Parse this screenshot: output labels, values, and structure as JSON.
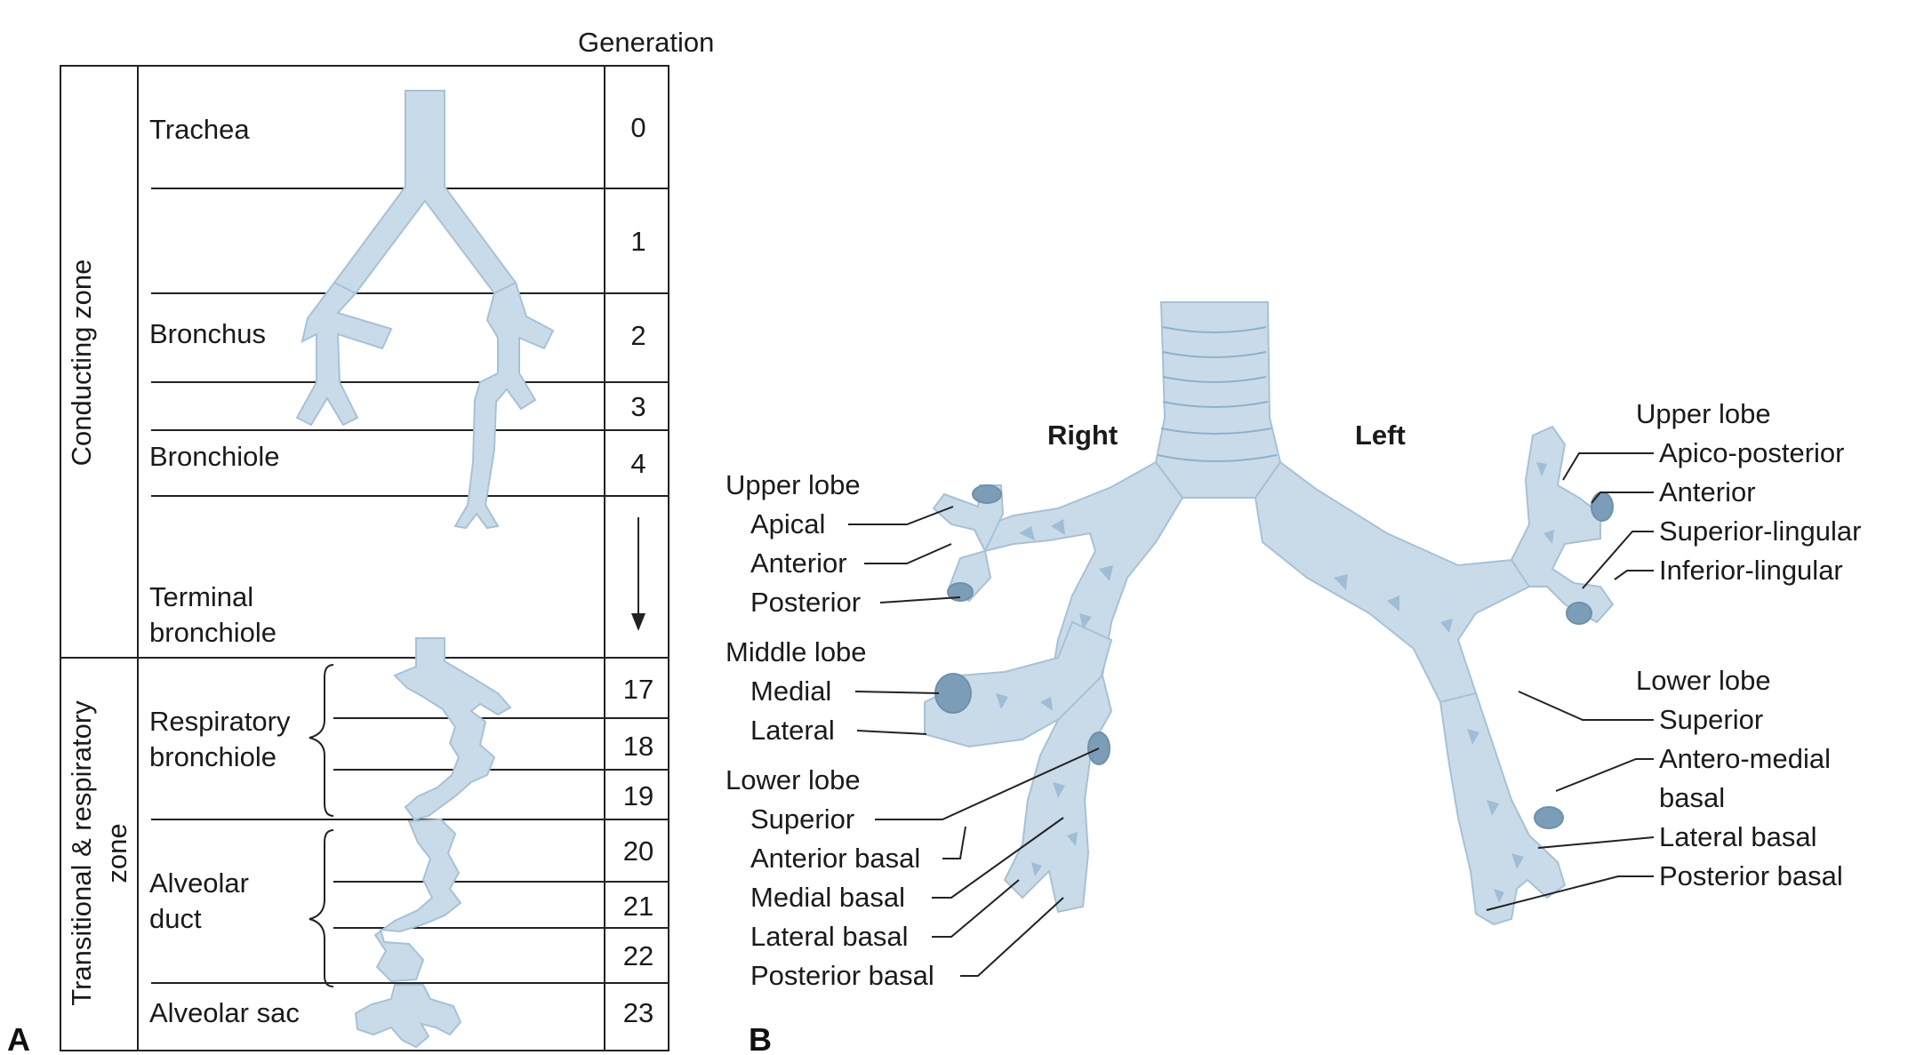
{
  "panel_a": {
    "letter": "A",
    "generation_header": "Generation",
    "zones": {
      "conducting": "Conducting zone",
      "transitional_line1": "Transitional & respiratory",
      "transitional_line2": "zone"
    },
    "rows": [
      {
        "label": "Trachea",
        "generation": "0"
      },
      {
        "label": "",
        "generation": "1"
      },
      {
        "label": "Bronchus",
        "generation": "2"
      },
      {
        "label": "",
        "generation": "3"
      },
      {
        "label": "Bronchiole",
        "generation": "4"
      },
      {
        "label_line1": "Terminal",
        "label_line2": "bronchiole",
        "generation": ""
      },
      {
        "label_line1": "Respiratory",
        "label_line2": "bronchiole",
        "generations": [
          "17",
          "18",
          "19"
        ]
      },
      {
        "label_line1": "Alveolar",
        "label_line2": "duct",
        "generations": [
          "20",
          "21",
          "22"
        ]
      },
      {
        "label": "Alveolar sac",
        "generation": "23"
      }
    ]
  },
  "panel_b": {
    "letter": "B",
    "side_right": "Right",
    "side_left": "Left",
    "right_labels": {
      "upper_lobe": "Upper lobe",
      "apical": "Apical",
      "anterior": "Anterior",
      "posterior": "Posterior",
      "middle_lobe": "Middle lobe",
      "medial": "Medial",
      "lateral": "Lateral",
      "lower_lobe": "Lower lobe",
      "superior": "Superior",
      "anterior_basal": "Anterior basal",
      "medial_basal": "Medial basal",
      "lateral_basal": "Lateral basal",
      "posterior_basal": "Posterior basal"
    },
    "left_labels": {
      "upper_lobe": "Upper lobe",
      "apico_posterior": "Apico-posterior",
      "anterior": "Anterior",
      "superior_lingular": "Superior-lingular",
      "inferior_lingular": "Inferior-lingular",
      "lower_lobe": "Lower lobe",
      "superior": "Superior",
      "antero_medial_line1": "Antero-medial",
      "antero_medial_line2": "basal",
      "lateral_basal": "Lateral basal",
      "posterior_basal": "Posterior basal"
    }
  },
  "colors": {
    "airway_fill": "#c9dbe9",
    "airway_outline": "#a7c1d6",
    "cartilage": "#9fbdd6",
    "lines": "#222222"
  }
}
